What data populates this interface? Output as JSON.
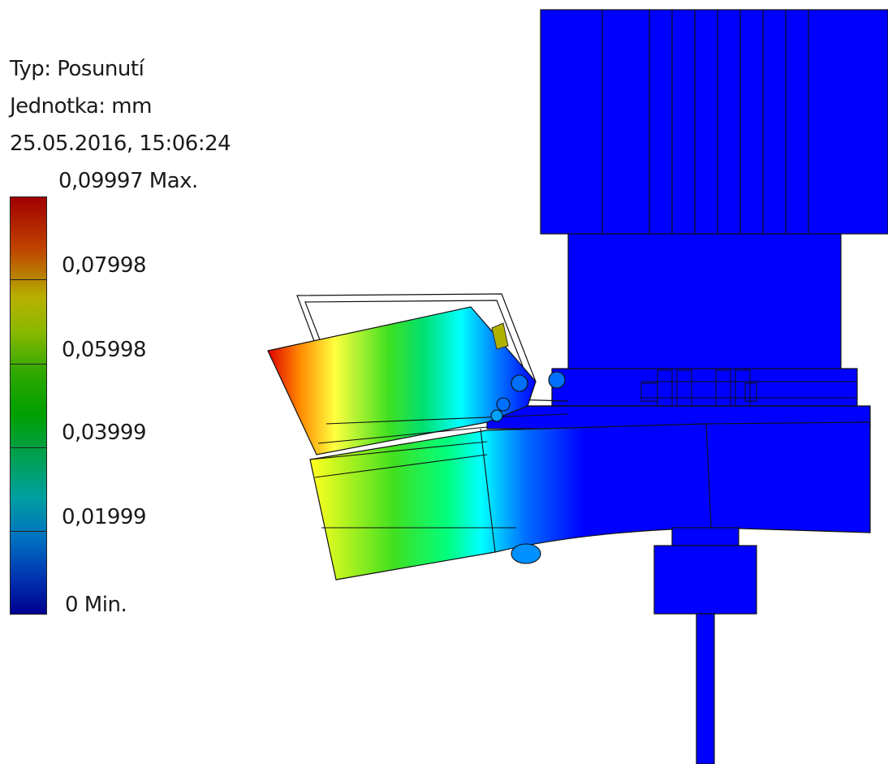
{
  "result": {
    "type_line": "Typ: Posunutí",
    "unit_line": "Jednotka: mm",
    "timestamp": "25.05.2016, 15:06:24"
  },
  "legend": {
    "max_label": "0,09997 Max.",
    "labels": [
      "0,07998",
      "0,05998",
      "0,03999",
      "0,01999"
    ],
    "min_label": "0 Min.",
    "gradient_colors": [
      "#a40000",
      "#b8b800",
      "#00a000",
      "#00a0a0",
      "#0000a0"
    ]
  },
  "icons": [
    "legend-color-bar",
    "fea-model"
  ]
}
